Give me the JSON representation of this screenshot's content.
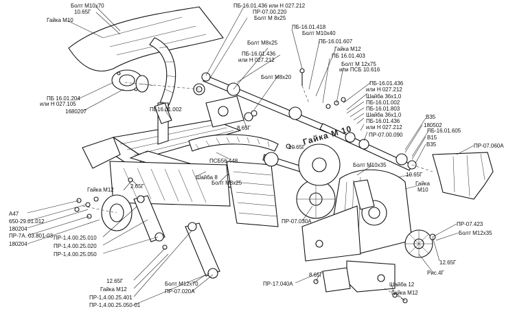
{
  "labels": {
    "bolt_m10x70": "Болт M10x70",
    "size_10_65g_top": "10.65Г",
    "nut_m10_top": "Гайка M10",
    "pb_16_01_204": "ПБ 16.01.204",
    "or_n_027_105": "или Н 027.105",
    "code_1680207": "1680207",
    "pb_16_01_436_top": "ПБ-16.01.436 или Н 027.212",
    "pr_07_00_220": "ПР-07.00.220",
    "bolt_m8x25_top": "Болт М 8x25",
    "pb_16_01_418": "ПБ-16.01.418",
    "bolt_m10x40": "Болт M10x40",
    "pb_16_01_607": "ПБ-16.01.607",
    "bolt_m8x25_mid": "Болт M8x25",
    "nut_m12_top": "Гайка M12",
    "pb_16_01_403": "ПБ 16.01.403",
    "pb_16_01_436_mid": "ПБ-16.01.436",
    "or_n_027_212_mid": "или Н 027.212",
    "bolt_m12x75": "Болт М 12x75",
    "or_psb_10_616": "или ПСБ 10.616",
    "bolt_m8x20": "Болт М8x20",
    "pb_16_01_436_right": "ПБ-16.01.436",
    "or_n_027_212_right": "или Н 027.212",
    "pb16_01_002_left": "ПБ16.01.002",
    "washer_36x1_a": "Шайба 36x1,0",
    "pb_16_01_002_right": "ПБ-16.01.002",
    "pb_16_01_803": "ПБ-16.01.803",
    "washer_36x1_b": "Шайба 36x1,0",
    "pb_16_01_436_low": "ПБ-16.01.436",
    "or_n_027_212_low": "или Н 027.212",
    "size_8_65g_mid": "8.65Г",
    "pr_07_00_090": "ПР-07.00.090",
    "b35_top": "В35",
    "code_180502": "180502",
    "pb_16_01_605": "ПБ-16.01.605",
    "b15": "В15",
    "b35_mid": "В35",
    "pr_07_060a": "ПР-07.060А",
    "size_10_65g_mid": "10.65Г",
    "psb56_448": "ПСБ56.448",
    "washer_8": "Шайба 8",
    "bolt_m8x25_low": "Болт M8x25",
    "bolt_m10x35": "Болт M10x35",
    "size_10_65g_right": "10.65Г",
    "nut_m10_right_a": "Гайка",
    "nut_m10_right_b": "M10",
    "nut_m12_left": "Гайка M12",
    "size_2_65g": "2.65Г",
    "a47": "А47",
    "code_650_29_01_012": "650-29.01.012",
    "code_180204_a": "180204",
    "pr_7a_03_801_03": "ПР-7А. 03.801-03",
    "code_180204_b": "180204",
    "pr_07_030a": "ПР-07.030А",
    "pr_07_423": "ПР-07.423",
    "bolt_m12x35": "Болт M12x35",
    "pr_1_4_00_25_010": "ПР-1,4.00.25.010",
    "pr_1_4_00_25_020": "ПР-1,4.00.25.020",
    "pr_1_4_00_25_050": "ПР-1,4.00.25.050",
    "size_12_65g_right": "12.65Г",
    "fig_4g": "Рис.4Г",
    "size_12_65g_left": "12.65Г",
    "nut_m12_low": "Гайка M12",
    "bolt_m12x70": "Болт M12x70",
    "pr_1_4_00_25_401": "ПР-1,4.00.25.401",
    "pr_07_020a": "ПР-07.020А",
    "pr_1_4_00_25_050_01": "ПР-1,4.00.25.050-01",
    "size_8_65g_low": "8.65Г",
    "pr_17_040a": "ПР-17.040А",
    "washer_12": "Шайба 12",
    "nut_m12_bottom": "Гайка M12"
  },
  "stamp": "Гайка М 10"
}
